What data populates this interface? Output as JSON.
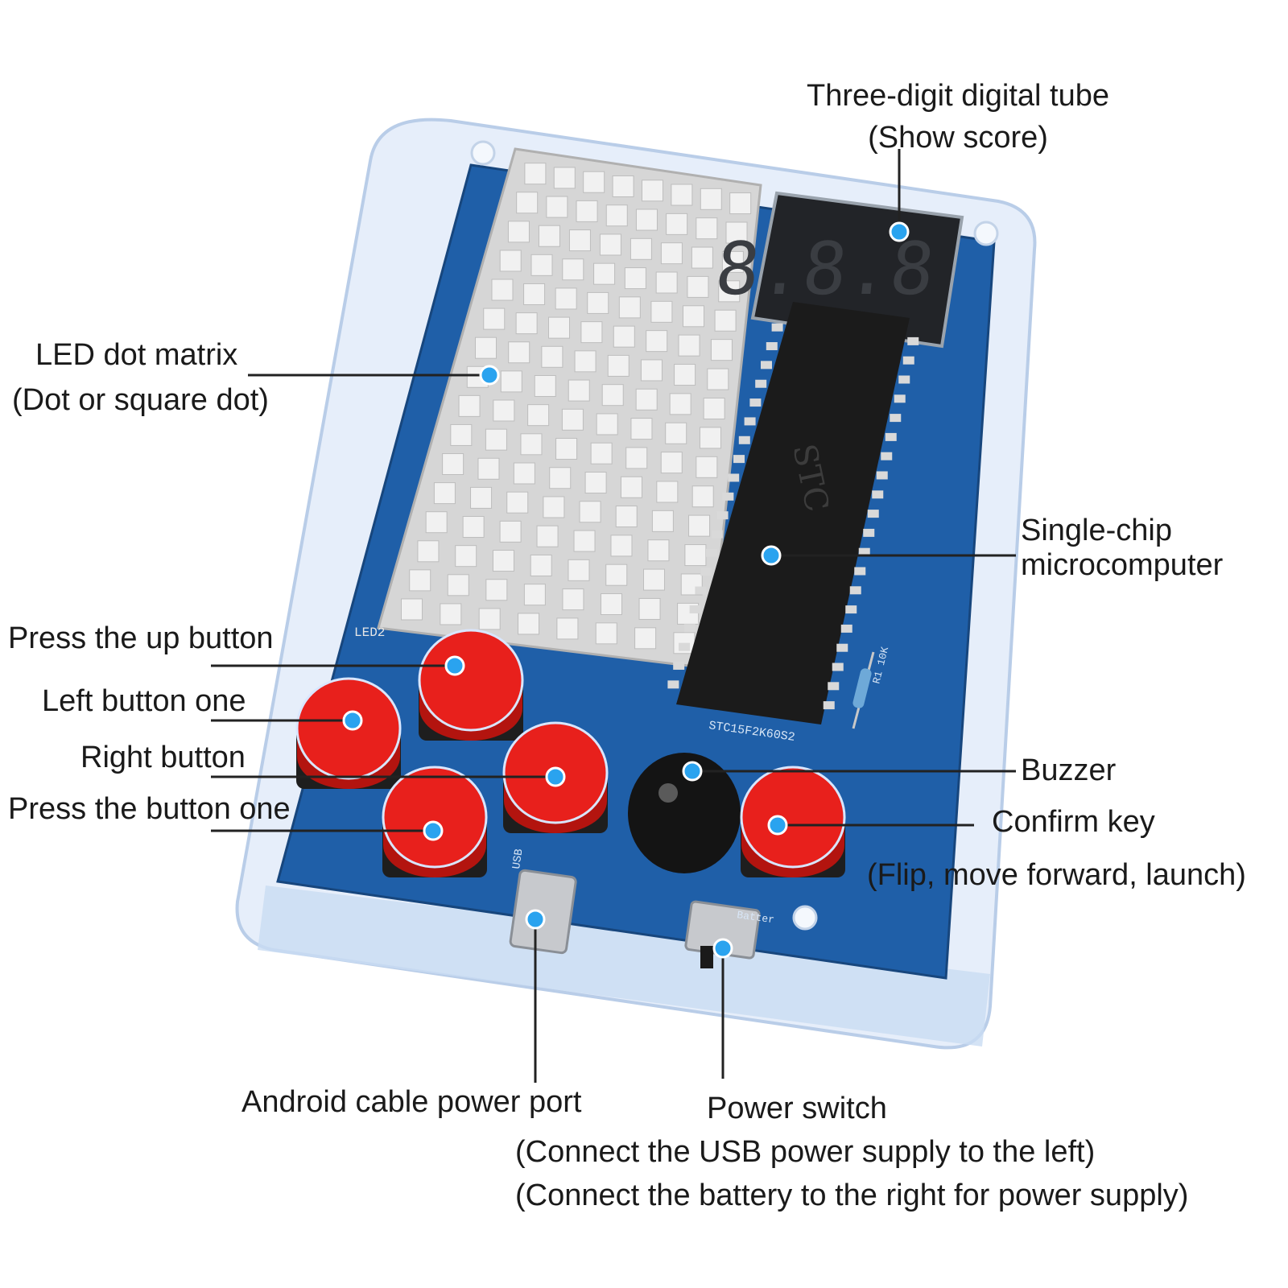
{
  "colors": {
    "pcb": "#1f5fa8",
    "case": "#dbe8f7",
    "button": "#e8201c",
    "callout_line": "#222222",
    "callout_dot": "#2aa3ef",
    "led_pixel": "#f1f1f1",
    "chip": "#1b1b1b"
  },
  "device": {
    "score_display": "8.8.8",
    "chip_marking": "STC",
    "chip_part": "STC15F2K60S2",
    "resistor_label": "R1 10K",
    "matrix_label": "LED2",
    "usb_silk": "USB",
    "battery_silk": "Batter"
  },
  "callouts": {
    "tube": {
      "line1": "Three-digit digital tube",
      "line2": "(Show score)"
    },
    "matrix": {
      "line1": "LED dot matrix",
      "line2": "(Dot or square dot)"
    },
    "chip": {
      "line1": "Single-chip",
      "line2": "microcomputer"
    },
    "up": {
      "text": "Press the up button"
    },
    "left": {
      "text": "Left button one"
    },
    "right": {
      "text": "Right button"
    },
    "down": {
      "text": "Press the button one"
    },
    "buzzer": {
      "text": "Buzzer"
    },
    "confirm": {
      "line1": "Confirm key",
      "line2": "(Flip, move forward, launch)"
    },
    "port": {
      "text": "Android cable power port"
    },
    "switch": {
      "line1": "Power switch",
      "line2": "(Connect the USB power supply to the left)",
      "line3": "(Connect the battery to the right for power supply)"
    }
  }
}
